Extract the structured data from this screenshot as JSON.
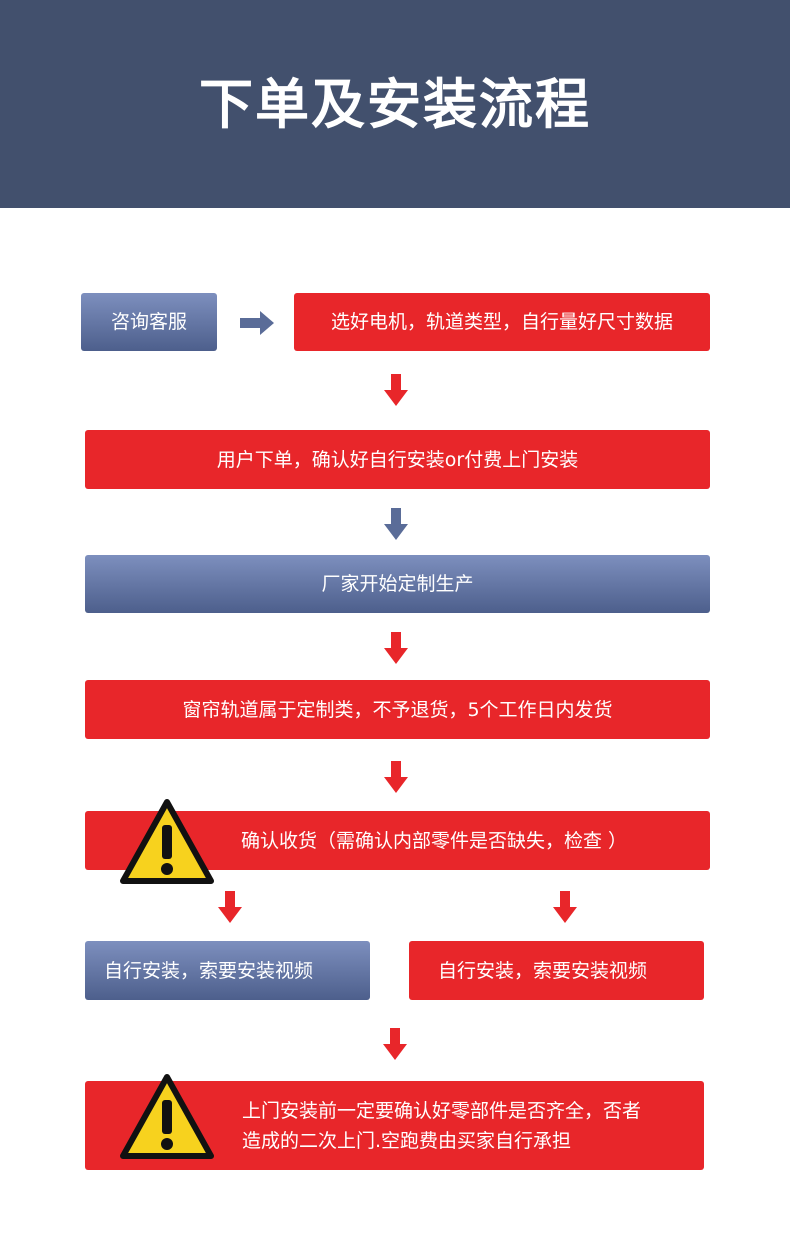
{
  "header": {
    "title": "下单及安装流程"
  },
  "steps": {
    "consult": "咨询客服",
    "choose": "选好电机，轨道类型，自行量好尺寸数据",
    "order": "用户下单，确认好自行安装or付费上门安装",
    "produce": "厂家开始定制生产",
    "custom_policy": "窗帘轨道属于定制类，不予退货，5个工作日内发货",
    "receive": "确认收货（需确认内部零件是否缺失，检查 ）",
    "self_install_left": "自行安装，索要安装视频",
    "self_install_right": "自行安装，索要安装视频",
    "final_notice_line1": "上门安装前一定要确认好零部件是否齐全，否者",
    "final_notice_line2": "造成的二次上门.空跑费由买家自行承担"
  },
  "colors": {
    "header_bg": "#42506d",
    "red_box": "#e8262a",
    "blue_box_top": "#7d8fbe",
    "blue_box_bottom": "#4d5f8c",
    "red_arrow": "#e8262a",
    "blue_arrow": "#5a6c98",
    "warning_yellow": "#f7d21e"
  },
  "icons": [
    "right-arrow-icon",
    "down-arrow-icon",
    "warning-icon"
  ]
}
